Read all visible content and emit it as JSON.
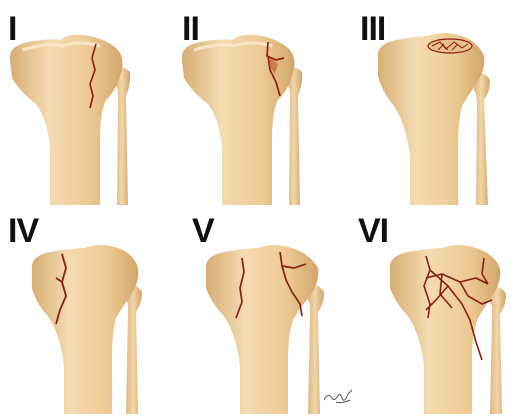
{
  "colors": {
    "bone": "#EFCC96",
    "bone_highlight": "#F7E2BD",
    "bone_shadow": "#D4A96E",
    "fracture": "#8E1E12",
    "label": "#111111"
  },
  "panels": [
    {
      "label": "I",
      "fracture_pattern": "lateral-split"
    },
    {
      "label": "II",
      "fracture_pattern": "split-depression"
    },
    {
      "label": "III",
      "fracture_pattern": "pure-depression"
    },
    {
      "label": "IV",
      "fracture_pattern": "medial-plateau"
    },
    {
      "label": "V",
      "fracture_pattern": "bicondylar"
    },
    {
      "label": "VI",
      "fracture_pattern": "metaphyseal-diaphyseal-dissociation"
    }
  ],
  "signature_icon": "artist-signature-icon"
}
